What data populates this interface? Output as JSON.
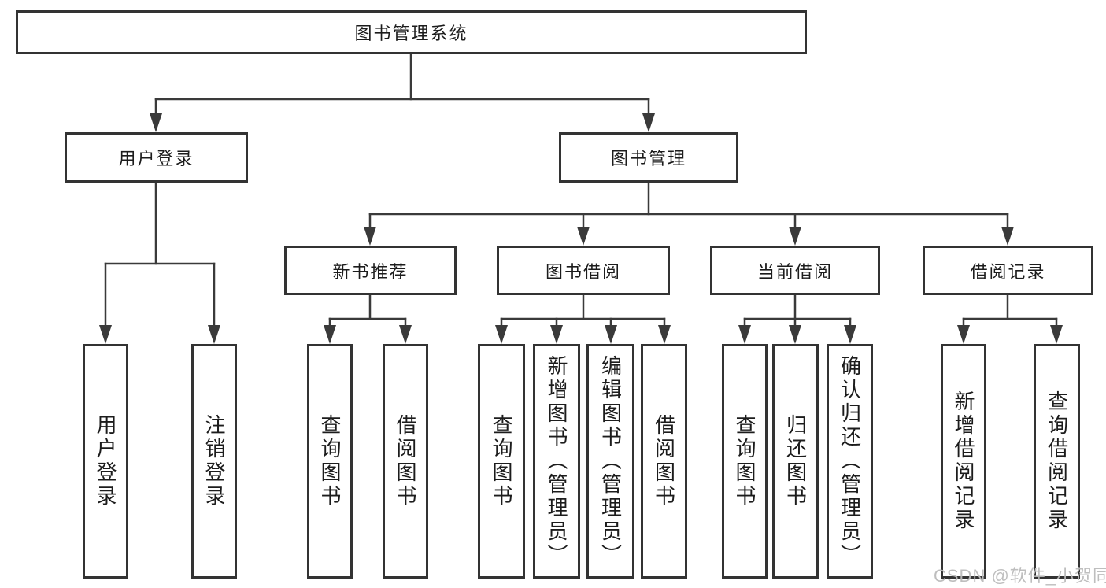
{
  "tree": {
    "label": "图书管理系统",
    "children": [
      {
        "label": "用户登录",
        "children": [
          {
            "label": "用户登录"
          },
          {
            "label": "注销登录"
          }
        ]
      },
      {
        "label": "图书管理",
        "children": [
          {
            "label": "新书推荐",
            "children": [
              {
                "label": "查询图书"
              },
              {
                "label": "借阅图书"
              }
            ]
          },
          {
            "label": "图书借阅",
            "children": [
              {
                "label": "查询图书"
              },
              {
                "label": "新增图书（管理员）"
              },
              {
                "label": "编辑图书（管理员）"
              },
              {
                "label": "借阅图书"
              }
            ]
          },
          {
            "label": "当前借阅",
            "children": [
              {
                "label": "查询图书"
              },
              {
                "label": "归还图书"
              },
              {
                "label": "确认归还（管理员）"
              }
            ]
          },
          {
            "label": "借阅记录",
            "children": [
              {
                "label": "新增借阅记录"
              },
              {
                "label": "查询借阅记录"
              }
            ]
          }
        ]
      }
    ]
  },
  "watermark": "CSDN @软件_小贺同学",
  "colors": {
    "line": "#3a3a3a",
    "box_border": "#333333",
    "text": "#1c1c1c",
    "watermark": "#bababa"
  }
}
